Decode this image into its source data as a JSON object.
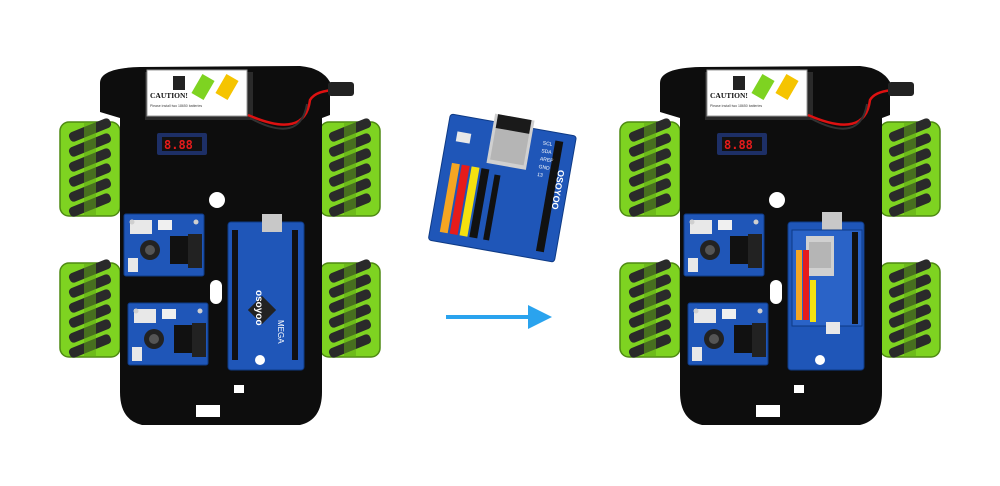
{
  "battery_label": {
    "title": "CAUTION!",
    "note": "Please install two 18650 batteries"
  },
  "shield_brand": "OSOYOO",
  "board_brand": "osoyoo",
  "board_model": "MEGA",
  "pin_labels": [
    "SCL",
    "SDA",
    "AREF",
    "GND",
    "13"
  ],
  "colors": {
    "chassis": "#0d0d0d",
    "wheel": "#7ed321",
    "roller": "#2a2a2a",
    "board": "#1f56b8",
    "arrow": "#2aa3ee",
    "display_digits": "#e61b1b"
  },
  "icons": [
    "right-arrow-icon"
  ]
}
